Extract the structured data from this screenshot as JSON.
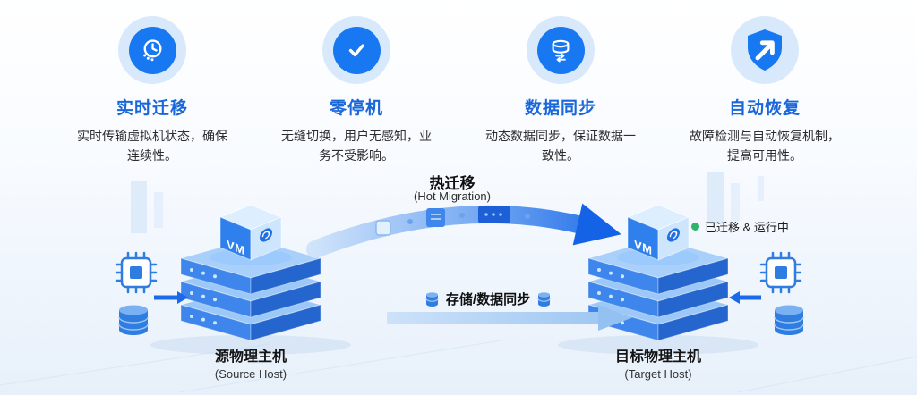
{
  "features": [
    {
      "title": "实时迁移",
      "desc": "实时传输虚拟机状态，确保连续性。",
      "icon": "clock-history-icon"
    },
    {
      "title": "零停机",
      "desc": "无缝切换，用户无感知，业务不受影响。",
      "icon": "check-circle-icon"
    },
    {
      "title": "数据同步",
      "desc": "动态数据同步，保证数据一致性。",
      "icon": "database-sync-icon"
    },
    {
      "title": "自动恢复",
      "desc": "故障检测与自动恢复机制，提高可用性。",
      "icon": "shield-recover-icon"
    }
  ],
  "migration": {
    "title": "热迁移",
    "subtitle": "(Hot Migration)"
  },
  "storage_sync": {
    "label": "存储/数据同步"
  },
  "hosts": {
    "source": {
      "title": "源物理主机",
      "subtitle": "(Source Host)"
    },
    "target": {
      "title": "目标物理主机",
      "subtitle": "(Target Host)"
    }
  },
  "status": {
    "label": "已迁移 & 运行中"
  },
  "vm": {
    "label": "VM"
  },
  "colors": {
    "accent": "#1778f2",
    "title_blue": "#1a67da",
    "status_green": "#2fb56b",
    "arrow_blue": "#1a69e8"
  }
}
